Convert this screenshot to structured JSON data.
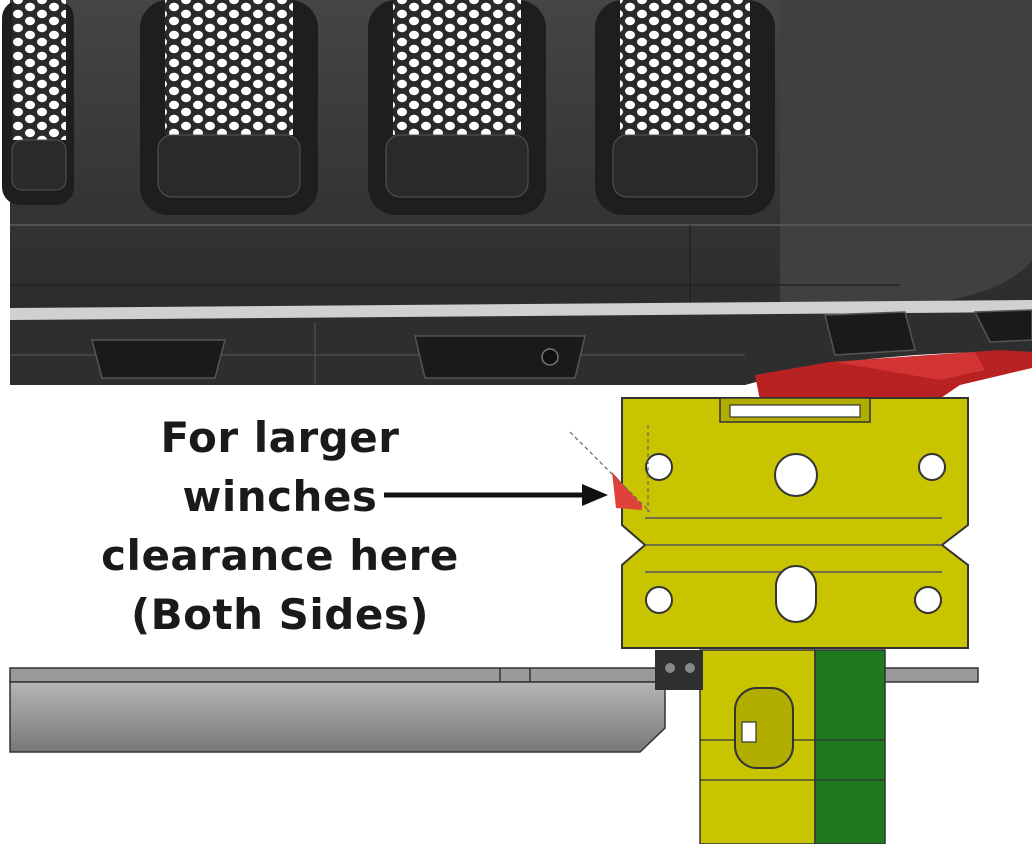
{
  "annotation": {
    "lines": [
      "For larger",
      "winches",
      "clearance here",
      "(Both Sides)"
    ]
  },
  "colors": {
    "grille_body": "#3a3a3a",
    "grille_dark": "#1c1c1c",
    "mesh_fill": "#ffffff",
    "bracket_yellow": "#c8c400",
    "bracket_yellow_dark": "#8f8c00",
    "tube_green": "#1f7a1f",
    "frame_gray": "#8c8c8c",
    "highlight_red": "#e0413a",
    "mount_red": "#b82222",
    "arrow": "#111111"
  },
  "icons": {
    "arrow": "arrow-right-icon"
  }
}
